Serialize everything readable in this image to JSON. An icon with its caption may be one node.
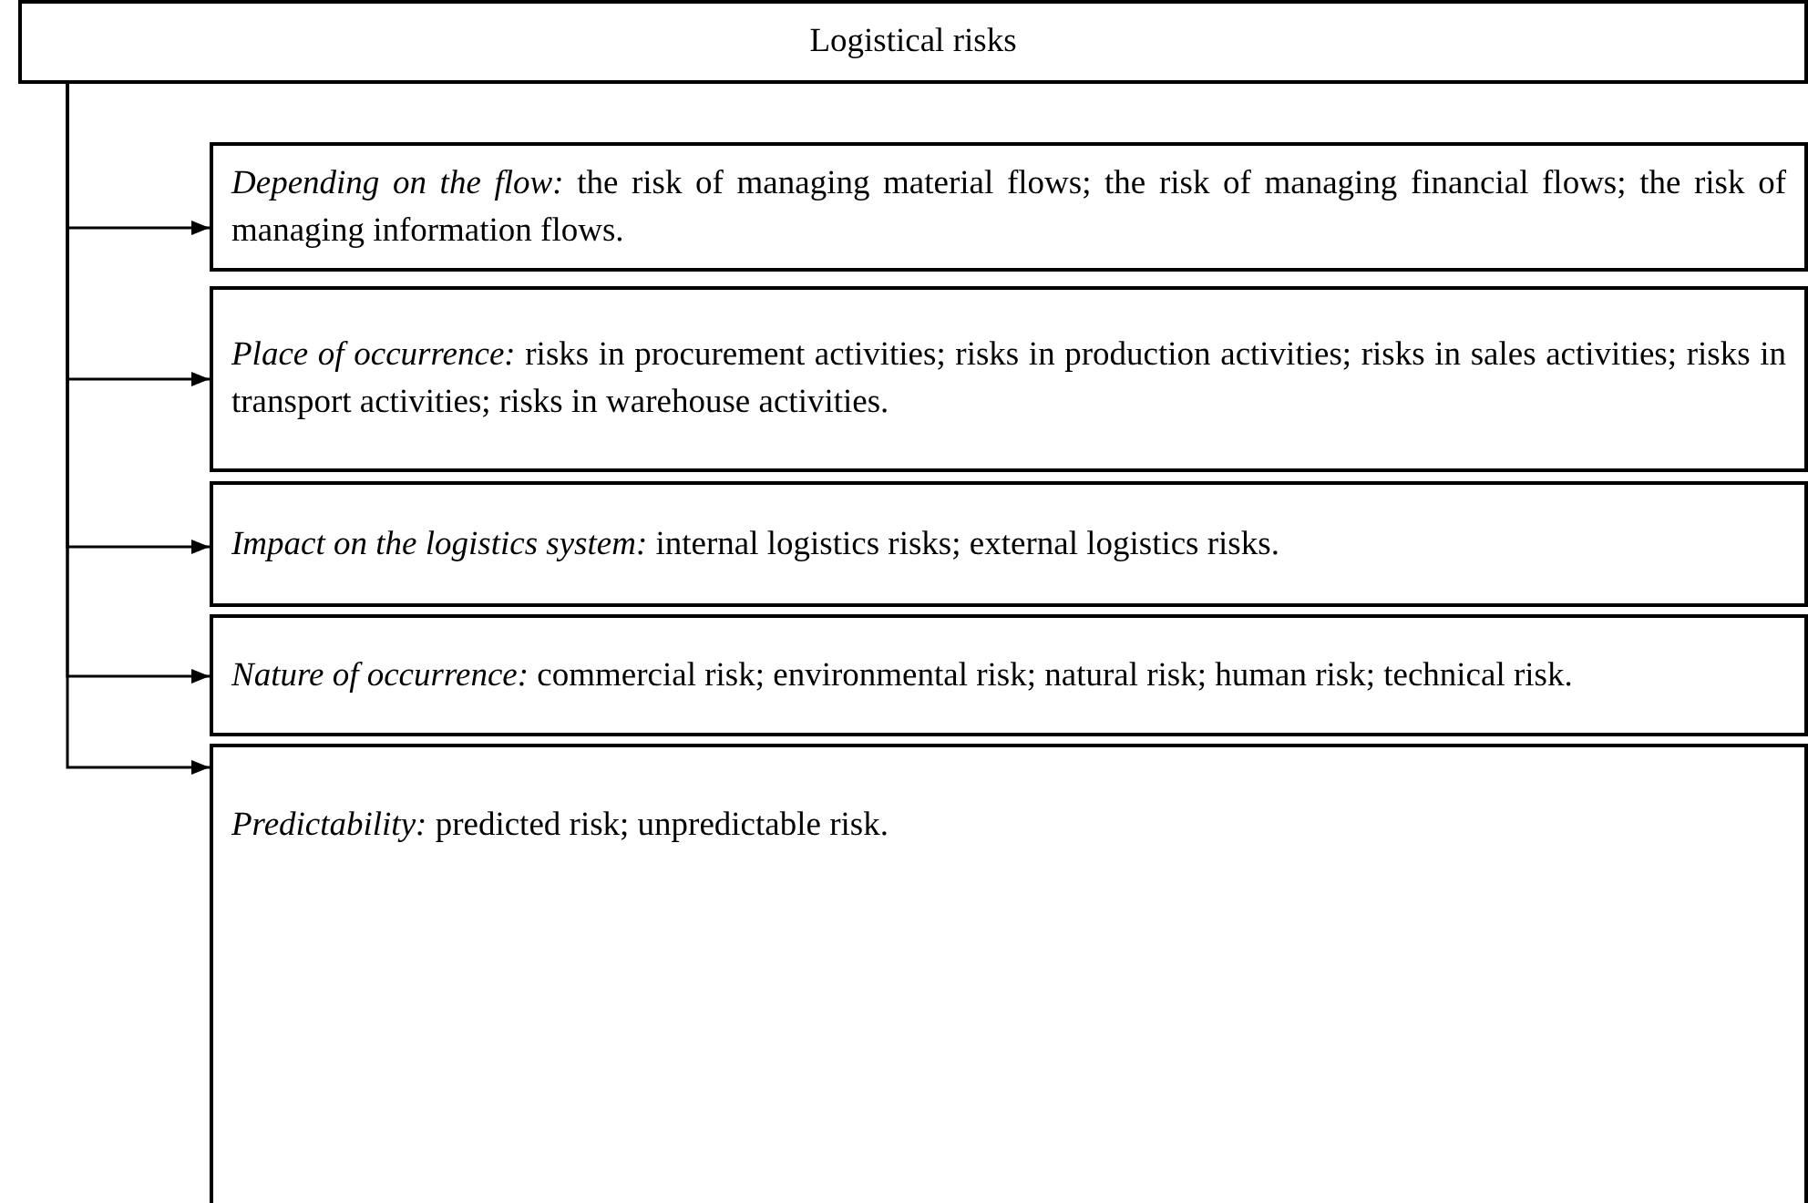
{
  "diagram": {
    "nodes": [
      {
        "text": [
          "Logistical risks"
        ]
      },
      {
        "text": [
          "*Depending on the flow:* the risk of managing material flows; the risk of managing financial flows; the risk of managing information flows."
        ]
      },
      {
        "text": [
          "*Place of occurrence:* risks in procurement activities; risks in production activities; risks in sales activities; risks in transport activities; risks in warehouse activities."
        ]
      },
      {
        "text": [
          "*Impact on the logistics system:* internal logistics risks; external logistics risks."
        ]
      },
      {
        "text": [
          "*Nature of occurrence:* commercial risk; environmental risk; natural risk; human risk; technical risk."
        ]
      },
      {
        "text": [
          "*Predictability:* predicted risk; unpredictable risk."
        ]
      }
    ],
    "edges": [
      {
        "from": 0,
        "to": 1,
        "arrow": "to"
      },
      {
        "from": 0,
        "to": 2,
        "arrow": "to"
      },
      {
        "from": 0,
        "to": 3,
        "arrow": "to"
      },
      {
        "from": 0,
        "to": 4,
        "arrow": "to"
      },
      {
        "from": 0,
        "to": 5,
        "arrow": "to"
      }
    ]
  }
}
